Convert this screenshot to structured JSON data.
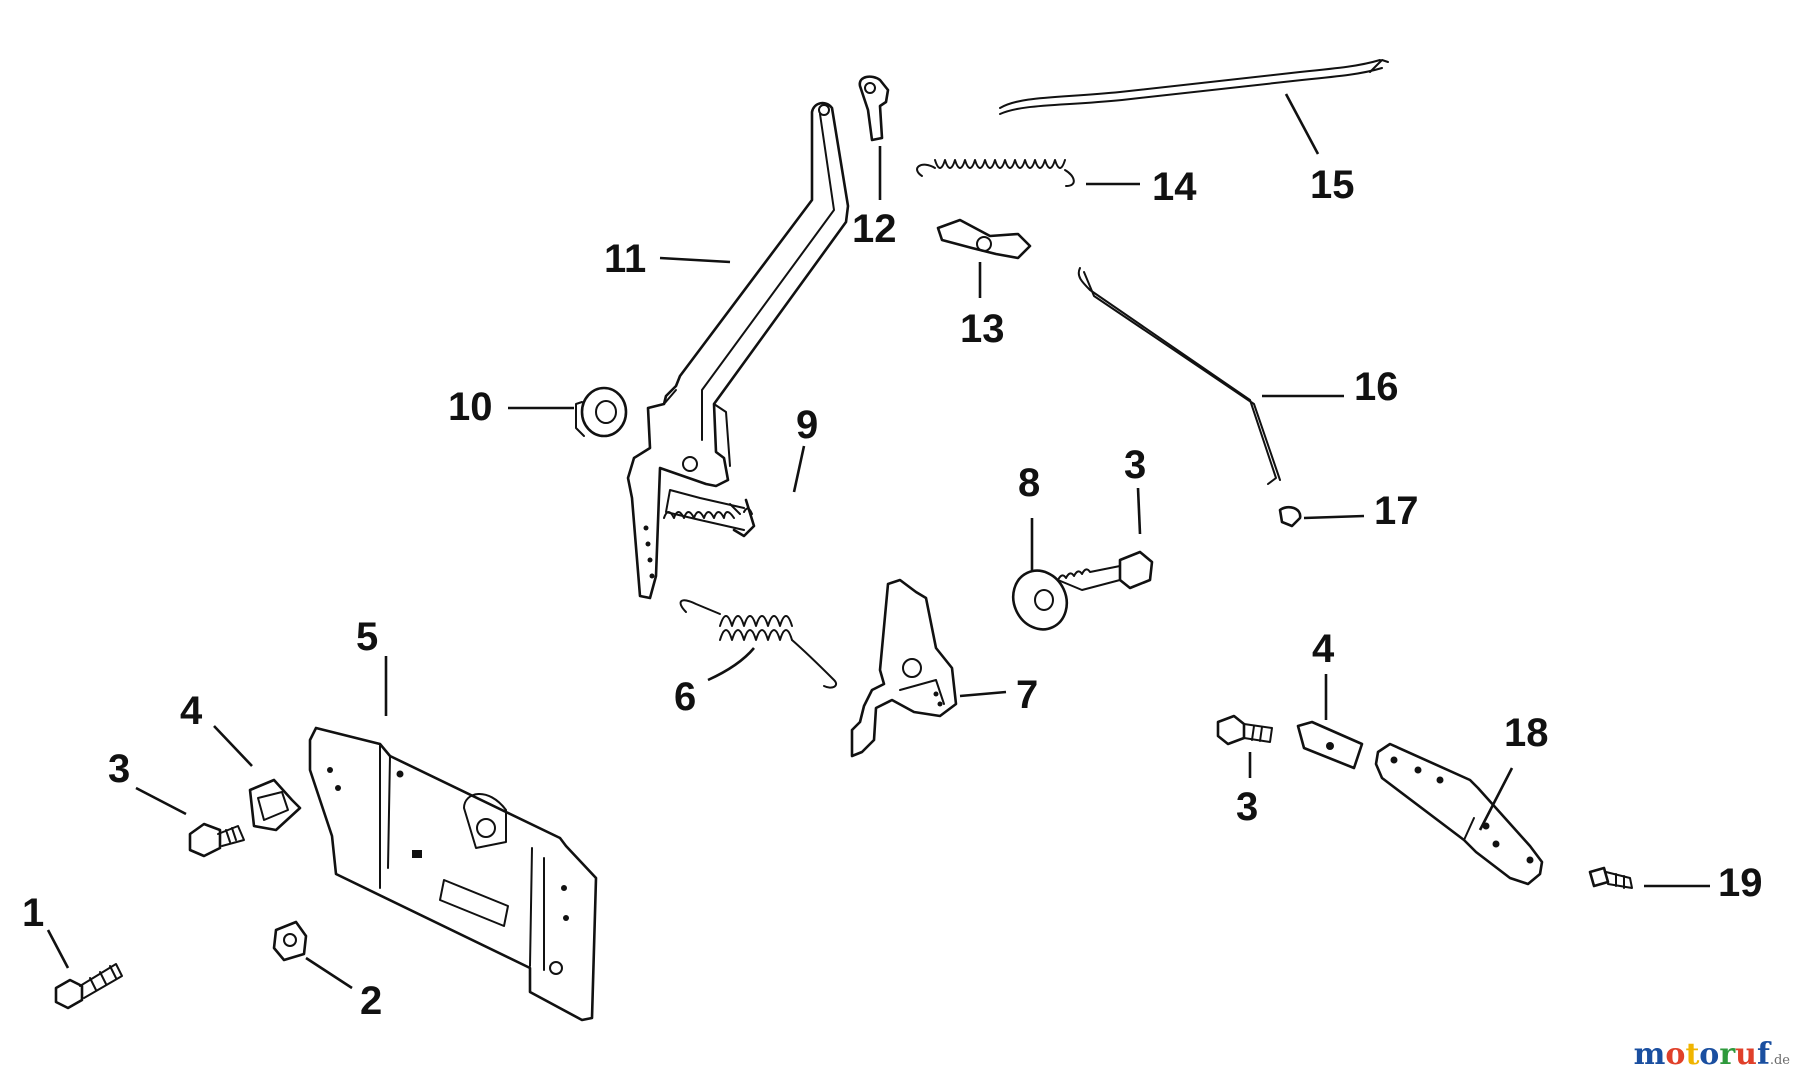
{
  "callouts": {
    "c1": "1",
    "c2": "2",
    "c3a": "3",
    "c3b": "3",
    "c3c": "3",
    "c4a": "4",
    "c4b": "4",
    "c5": "5",
    "c6": "6",
    "c7": "7",
    "c8": "8",
    "c9": "9",
    "c10": "10",
    "c11": "11",
    "c12": "12",
    "c13": "13",
    "c14": "14",
    "c15": "15",
    "c16": "16",
    "c17": "17",
    "c18": "18",
    "c19": "19"
  },
  "watermark": {
    "m1": "m",
    "o1": "o",
    "t": "t",
    "o2": "o",
    "r": "r",
    "u": "u",
    "f": "f",
    "suffix": ".de",
    "colors": [
      "#1a4fa0",
      "#e0402a",
      "#f0b400",
      "#1a4fa0",
      "#2e9a3c",
      "#e0402a",
      "#1a4fa0"
    ]
  }
}
